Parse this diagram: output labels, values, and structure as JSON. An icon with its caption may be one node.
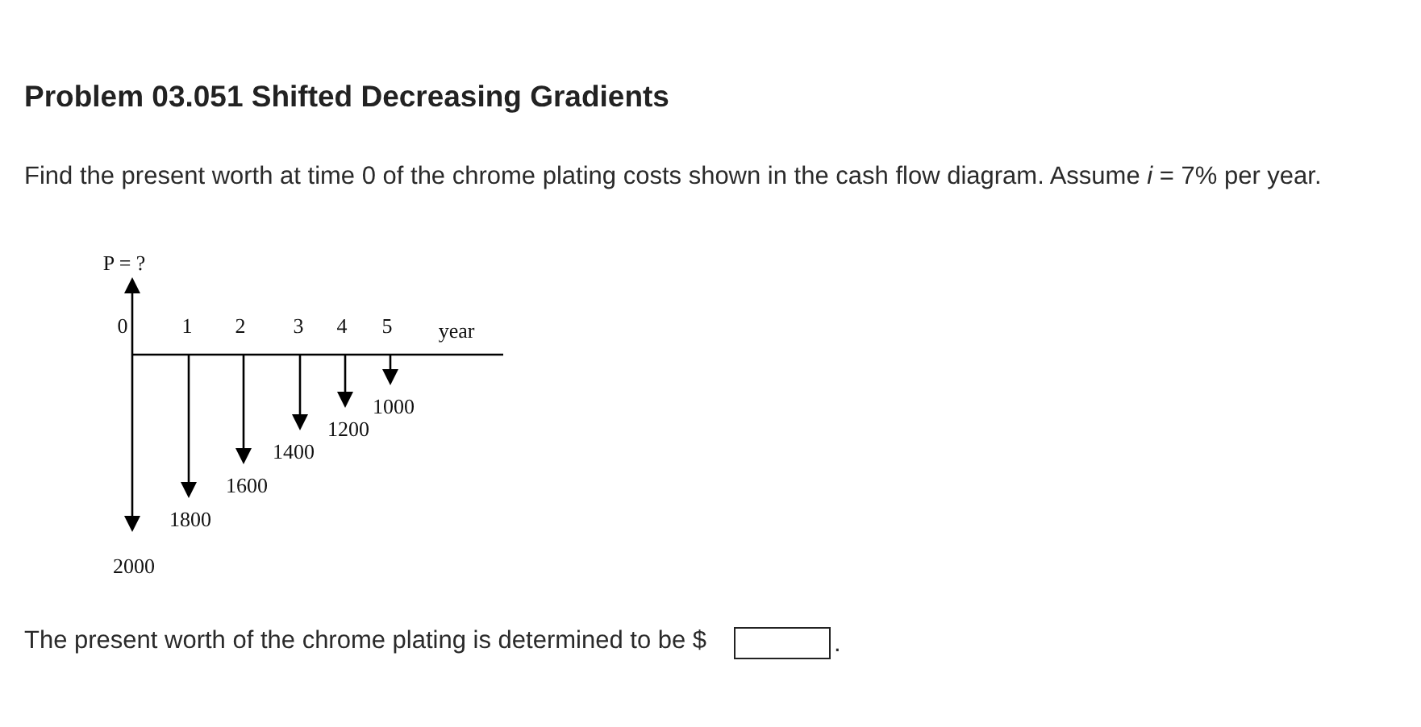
{
  "diagram": {
    "title": "Problem 03.051 Shifted Decreasing Gradients",
    "labels": [
      "Find the present worth at time 0 of the chrome plating costs shown in the cash flow diagram. Assume *i* = 7% per year.",
      "P = ?",
      "0",
      "1",
      "2",
      "3",
      "4",
      "5",
      "year",
      "1000",
      "1200",
      "1400",
      "1600",
      "1800",
      "2000",
      "The present worth of the chrome plating is determined to be $",
      "."
    ]
  }
}
